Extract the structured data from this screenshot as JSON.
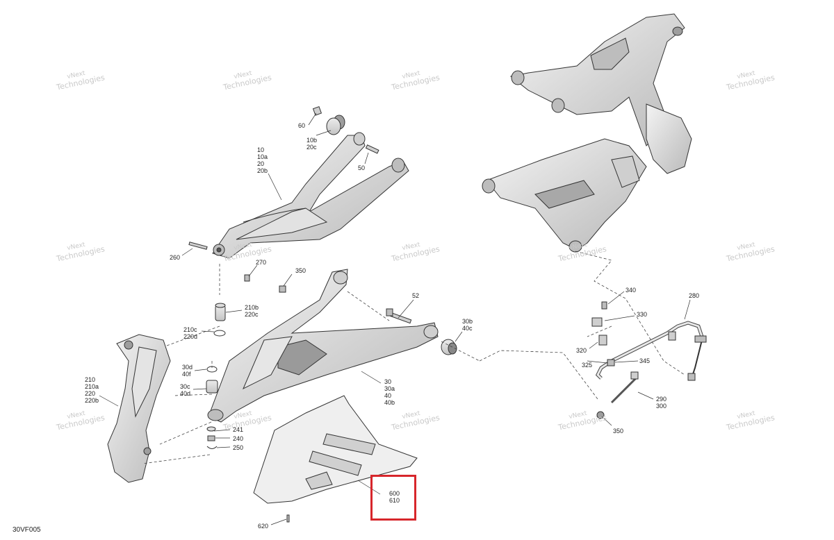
{
  "figure_code": "30VF005",
  "watermark": {
    "line1": "vNext",
    "line2": "Technologies"
  },
  "highlight_color": "#d7262b",
  "callouts": [
    {
      "id": "60",
      "lines": [
        "60"
      ]
    },
    {
      "id": "10b",
      "lines": [
        "10b",
        "20c"
      ]
    },
    {
      "id": "10",
      "lines": [
        "10",
        "10a",
        "20",
        "20b"
      ]
    },
    {
      "id": "50",
      "lines": [
        "50"
      ]
    },
    {
      "id": "260",
      "lines": [
        "260"
      ]
    },
    {
      "id": "270",
      "lines": [
        "270"
      ]
    },
    {
      "id": "350a",
      "lines": [
        "350"
      ]
    },
    {
      "id": "52",
      "lines": [
        "52"
      ]
    },
    {
      "id": "210b",
      "lines": [
        "210b",
        "220c"
      ]
    },
    {
      "id": "210c",
      "lines": [
        "210c",
        "220d"
      ]
    },
    {
      "id": "30b",
      "lines": [
        "30b",
        "40c"
      ]
    },
    {
      "id": "210",
      "lines": [
        "210",
        "210a",
        "220",
        "220b"
      ]
    },
    {
      "id": "30d",
      "lines": [
        "30d",
        "40f"
      ]
    },
    {
      "id": "30c",
      "lines": [
        "30c",
        "40d"
      ]
    },
    {
      "id": "30",
      "lines": [
        "30",
        "30a",
        "40",
        "40b"
      ]
    },
    {
      "id": "241",
      "lines": [
        "241"
      ]
    },
    {
      "id": "240",
      "lines": [
        "240"
      ]
    },
    {
      "id": "250",
      "lines": [
        "250"
      ]
    },
    {
      "id": "600",
      "lines": [
        "600",
        "610"
      ]
    },
    {
      "id": "620",
      "lines": [
        "620"
      ]
    },
    {
      "id": "340",
      "lines": [
        "340"
      ]
    },
    {
      "id": "330",
      "lines": [
        "330"
      ]
    },
    {
      "id": "280",
      "lines": [
        "280"
      ]
    },
    {
      "id": "320",
      "lines": [
        "320"
      ]
    },
    {
      "id": "325",
      "lines": [
        "325"
      ]
    },
    {
      "id": "345",
      "lines": [
        "345"
      ]
    },
    {
      "id": "290",
      "lines": [
        "290",
        "300"
      ]
    },
    {
      "id": "350b",
      "lines": [
        "350"
      ]
    }
  ]
}
